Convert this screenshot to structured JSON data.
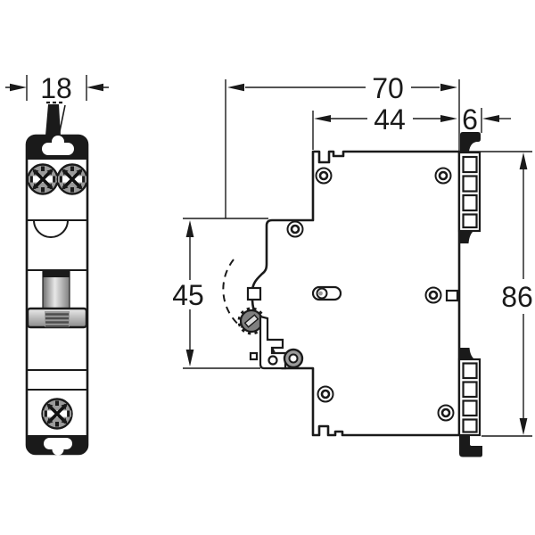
{
  "drawing": {
    "title": "DIN-rail circuit breaker dimension drawing",
    "views": [
      {
        "id": "front",
        "description": "front view of 1-module breaker with toggle and terminal screws"
      },
      {
        "id": "side",
        "description": "side profile view with DIN-rail clip and terminal combs"
      }
    ]
  },
  "dimensions": {
    "front_width": "18",
    "overall_depth": "70",
    "body_depth": "44",
    "rail_clip_depth": "6",
    "front_step_height": "45",
    "mounting_height": "86"
  },
  "colors": {
    "ink": "#1a1a1a",
    "paper": "#ffffff",
    "metal": "#9b9b9b",
    "metal-dark": "#4d4d4d",
    "metal-light": "#e8e8e8"
  }
}
